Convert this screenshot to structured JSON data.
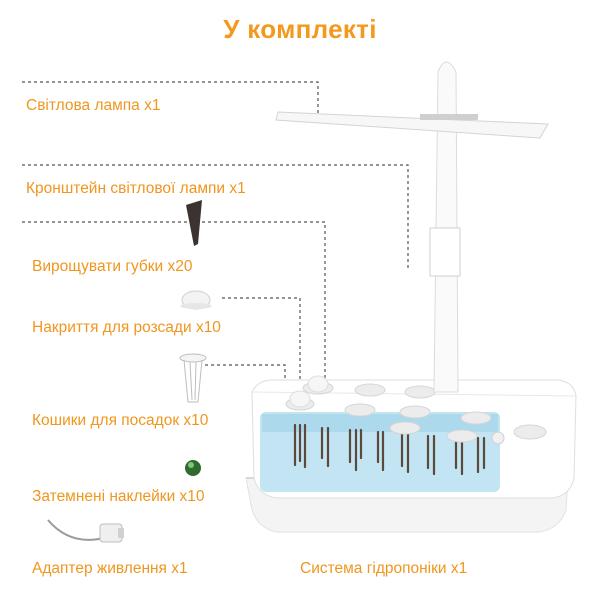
{
  "title": "У комплекті",
  "items": [
    {
      "label": "Світлова лампа x1",
      "icon": "lamp-panel"
    },
    {
      "label": "Кронштейн світлової  лампи x1",
      "icon": "lamp-bracket"
    },
    {
      "label": "Вирощувати губки x20",
      "icon": "grow-sponge"
    },
    {
      "label": "Накриття для розсади x10",
      "icon": "seedling-dome"
    },
    {
      "label": "Кошики для посадок x10",
      "icon": "planting-basket"
    },
    {
      "label": "Затемнені наклейки x10",
      "icon": "dark-sticker"
    },
    {
      "label": "Адаптер живлення x1",
      "icon": "power-adapter"
    },
    {
      "label": "Система гідропоніки x1",
      "icon": "hydroponic-system"
    }
  ],
  "colors": {
    "accent": "#f39a1e",
    "water": "#bfe3f2"
  }
}
